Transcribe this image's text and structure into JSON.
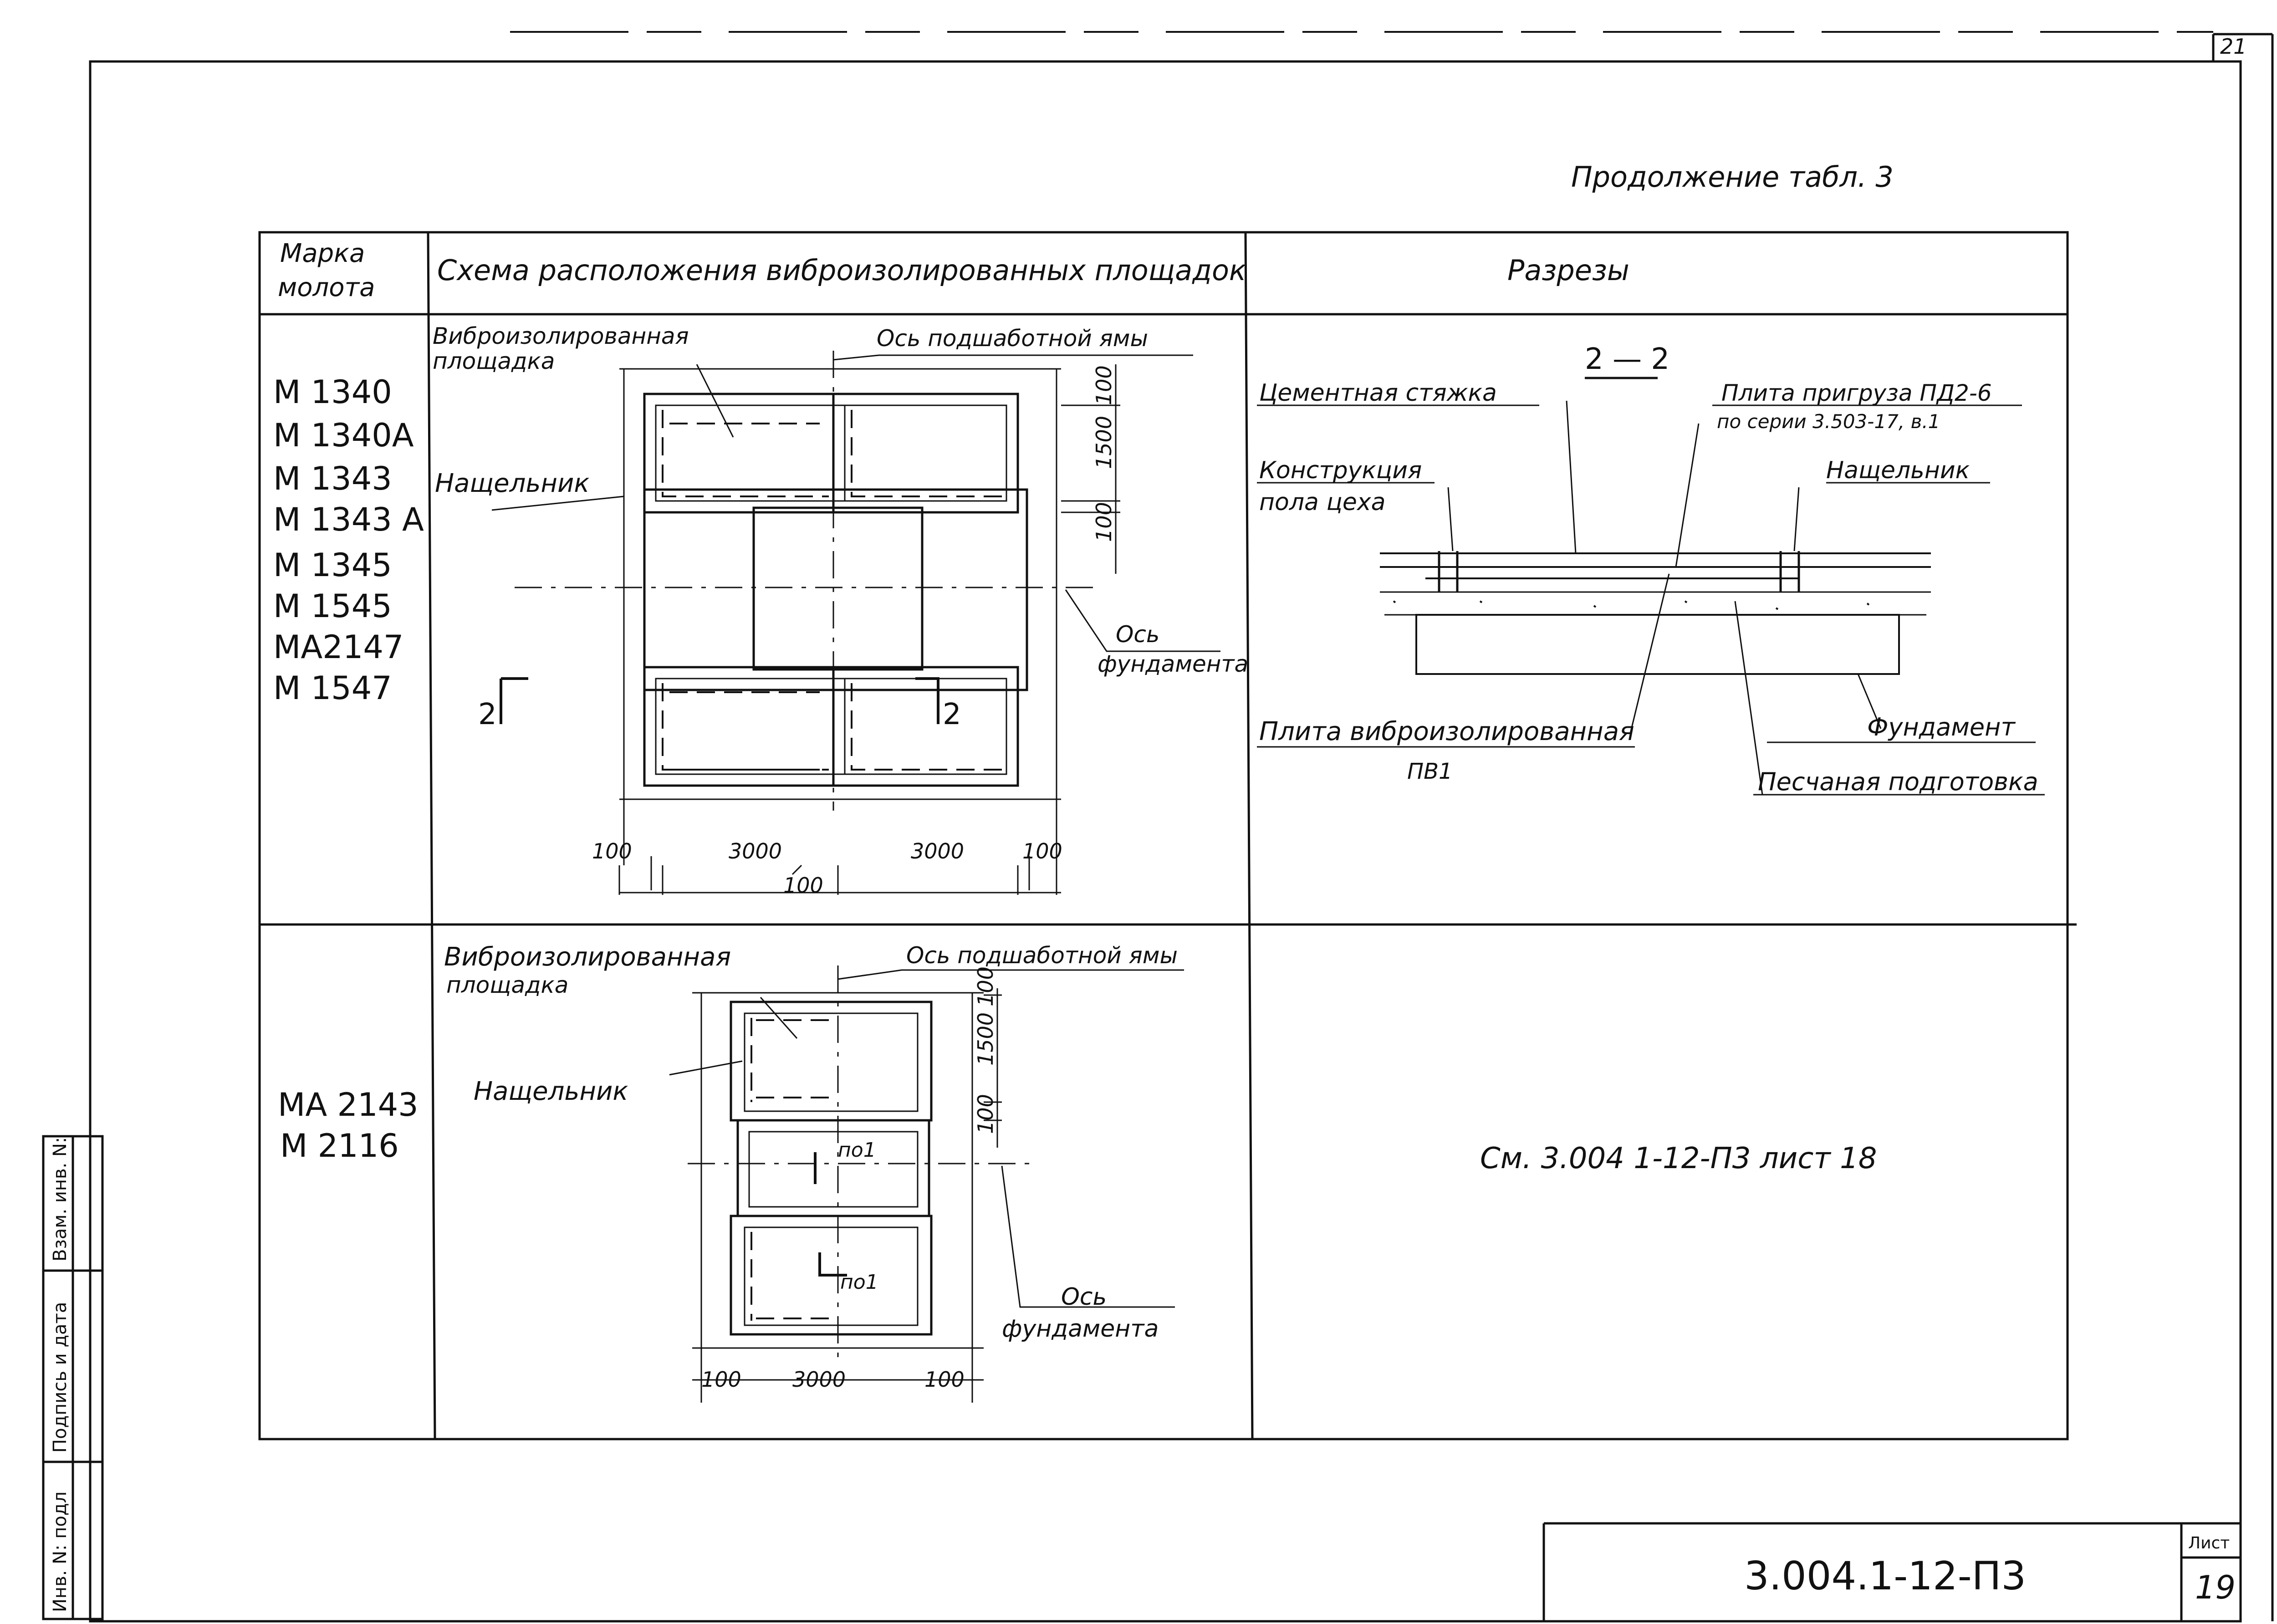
{
  "sheet": {
    "corner_page": "21",
    "continuation": "Продолжение   табл. 3",
    "side_stamp": [
      "Взам. инв. N:",
      "Подпись и дата",
      "Инв. N: подл"
    ],
    "designation": "3.004.1-12-П3",
    "sheet_label": "Лист",
    "sheet_number": "19"
  },
  "table": {
    "headers": {
      "hammer": [
        "Марка",
        "молота"
      ],
      "scheme": "Схема расположения виброизолированных площадок",
      "sections": "Разрезы"
    },
    "row1": {
      "hammers": [
        "M 1340",
        "M 1340A",
        "M 1343",
        "M 1343 A",
        "M 1345",
        "M 1545",
        "MA2147",
        "M 1547"
      ],
      "plan": {
        "platform": [
          "Виброизолированная",
          "площадка"
        ],
        "pit_axis": "Ось подшаботной ямы",
        "nashchelnik": "Нащельник",
        "foundation_axis": [
          "Ось",
          "фундамента"
        ],
        "section_mark": "2",
        "dims_right": [
          "100",
          "1500",
          "100"
        ],
        "dims_bottom": [
          "100",
          "3000",
          "3000",
          "100"
        ],
        "dim_center": "100"
      },
      "section": {
        "title": "2 — 2",
        "screed": "Цементная стяжка",
        "slab": [
          "Плита пригруза ПД2-6",
          "по серии 3.503-17, в.1"
        ],
        "floor": [
          "Конструкция",
          "пола цеха"
        ],
        "nashchelnik": "Нащельник",
        "isolated_slab": [
          "Плита виброизолированная",
          "ПВ1"
        ],
        "foundation": "Фундамент",
        "sand": "Песчаная подготовка"
      }
    },
    "row2": {
      "hammers": [
        "MA 2143",
        "M 2116"
      ],
      "plan": {
        "platform": [
          "Виброизолированная",
          "площадка"
        ],
        "pit_axis": "Ось подшаботной ямы",
        "nashchelnik": "Нащельник",
        "foundation_axis": [
          "Ось",
          "фундамента"
        ],
        "po1": "по1",
        "dims_right": [
          "100",
          "1500",
          "100"
        ],
        "dims_bottom": [
          "100",
          "3000",
          "100"
        ]
      },
      "section_ref": "См.   3.004 1-12-П3 лист 18"
    }
  }
}
